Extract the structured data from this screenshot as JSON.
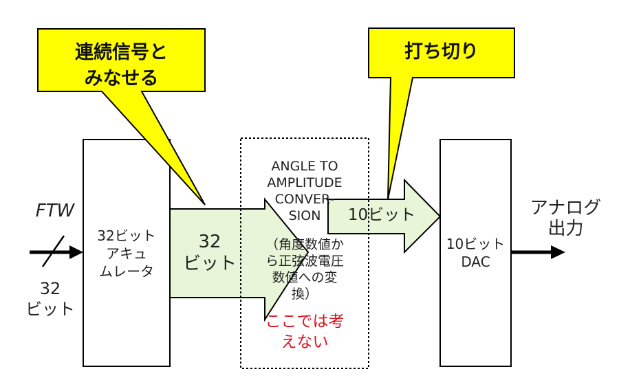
{
  "colors": {
    "callout_fill": "#ffff00",
    "arrow_fill": "#e9f5d8",
    "stroke": "#000000",
    "block_fill": "#ffffff",
    "warning_text": "#e0111d",
    "text": "#222222"
  },
  "callouts": {
    "continuous": [
      "連続信号と",
      "みなせる"
    ],
    "truncate": [
      "打ち切り"
    ]
  },
  "input": {
    "ftw_label": "FTW",
    "width_line1": "32",
    "width_line2": "ビット"
  },
  "accumulator": [
    "32ビット",
    "アキュ",
    "ムレータ"
  ],
  "bus32": [
    "32",
    "ビット"
  ],
  "conversion": {
    "english": [
      "ANGLE TO",
      "AMPLITUDE",
      "CONVER-",
      "SION"
    ],
    "japanese": [
      "（角度数値か",
      "ら正弦波電圧",
      "数値への変",
      "換）"
    ],
    "note": [
      "ここでは考",
      "えない"
    ]
  },
  "bus10": "10ビット",
  "dac": [
    "10ビット",
    "DAC"
  ],
  "output": [
    "アナログ",
    "出力"
  ]
}
